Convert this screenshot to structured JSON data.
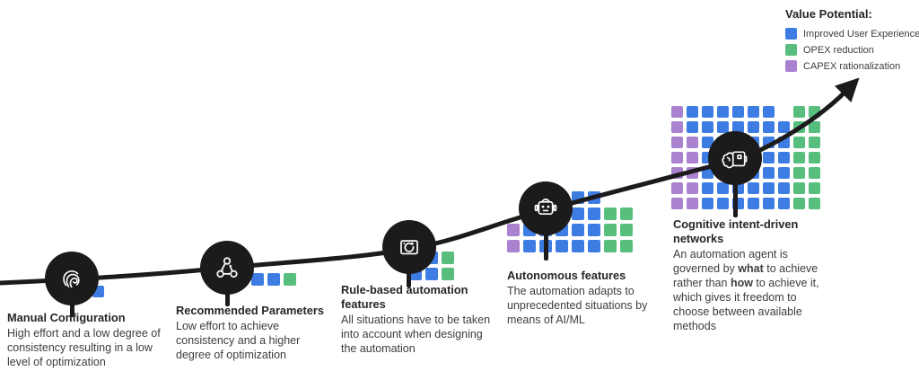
{
  "legend": {
    "title": "Value Potential:",
    "items": [
      {
        "key": "blue",
        "label": "Improved User Experience",
        "color": "#3D7DE3"
      },
      {
        "key": "green",
        "label": "OPEX reduction",
        "color": "#57BE7D"
      },
      {
        "key": "purple",
        "label": "CAPEX rationalization",
        "color": "#AB82CF"
      }
    ]
  },
  "colors": {
    "B": "#3D7DE3",
    "G": "#57BE7D",
    "P": "#AB82CF",
    "curve": "#1b1b1b"
  },
  "stages": [
    {
      "title": "Manual Configuration",
      "desc": [
        {
          "text": "High effort and a low degree of consistency resulting in a low level of optimization",
          "bold": false
        }
      ],
      "icon": "fingerprint-icon",
      "grid": {
        "pitch": 17,
        "size": 13,
        "rows": [
          "B"
        ]
      }
    },
    {
      "title": "Recommended Parameters",
      "desc": [
        {
          "text": "Low effort to achieve consistency and a higher degree of optimization",
          "bold": false
        }
      ],
      "icon": "workflow-cycle-icon",
      "grid": {
        "pitch": 18,
        "size": 14,
        "rows": [
          "BBG"
        ]
      }
    },
    {
      "title": "Rule-based automation features",
      "desc": [
        {
          "text": "All situations have to be taken into account when designing the automation",
          "bold": false
        }
      ],
      "icon": "rule-automation-icon",
      "grid": {
        "pitch": 18,
        "size": 14,
        "rows": [
          "BBG",
          "BBG"
        ]
      }
    },
    {
      "title": "Autonomous features",
      "desc": [
        {
          "text": "The automation adapts to unprecedented situations by means of AI/ML",
          "bold": false
        }
      ],
      "icon": "robot-icon",
      "grid": {
        "pitch": 18,
        "size": 14,
        "rows": [
          "....BB",
          "....BBGG",
          "PBBBBBGG",
          "PBBBBBGG"
        ]
      }
    },
    {
      "title": "Cognitive intent-driven networks",
      "desc": [
        {
          "text": "An automation agent is governed by ",
          "bold": false
        },
        {
          "text": "what",
          "bold": true
        },
        {
          "text": " to achieve rather than ",
          "bold": false
        },
        {
          "text": "how",
          "bold": true
        },
        {
          "text": " to achieve it, which gives it freedom to choose between available methods",
          "bold": false
        }
      ],
      "icon": "brain-chip-icon",
      "grid": {
        "pitch": 17,
        "size": 13,
        "rows": [
          "PBBBBBB.GG",
          "PBBBBBBBGG",
          "PPBBBBBBGG",
          "PPBBBBBBGG",
          "PPBBBBBBGG",
          "PPBBBBBBGG",
          "PPBBBBBBGG"
        ]
      }
    }
  ]
}
